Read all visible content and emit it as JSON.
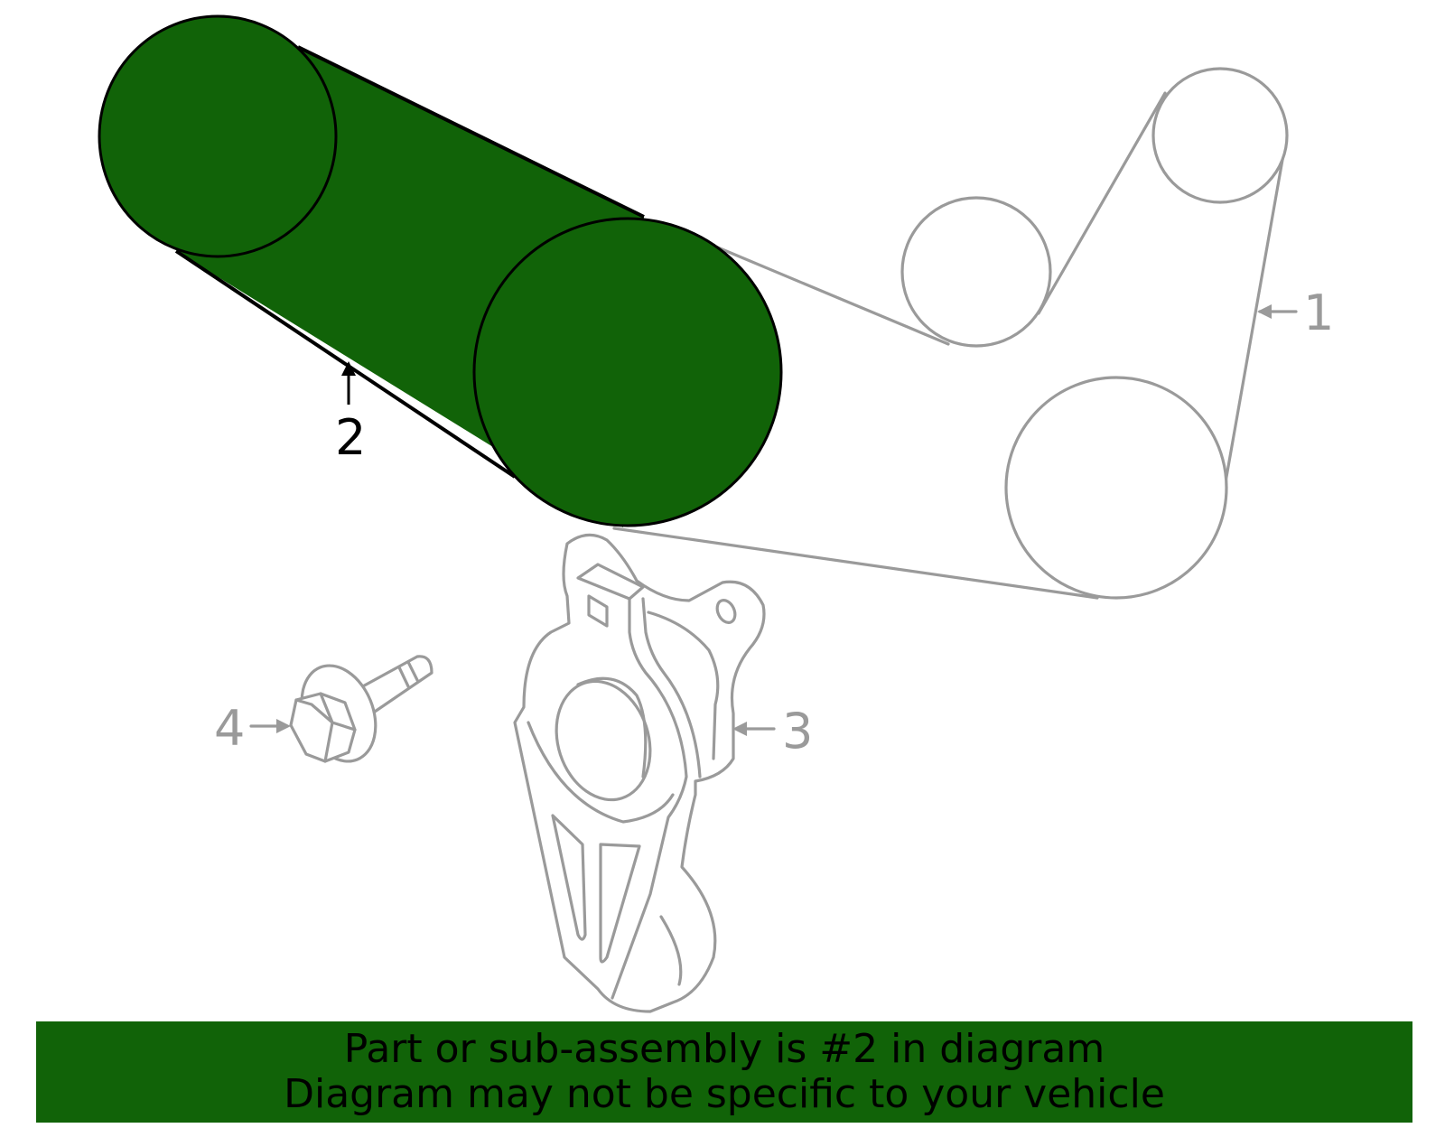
{
  "callouts": {
    "one": "1",
    "two": "2",
    "three": "3",
    "four": "4"
  },
  "banner": {
    "line1": "Part or sub-assembly is #2 in diagram",
    "line2": "Diagram may not be specific to your vehicle"
  },
  "colors": {
    "highlight": "#116308",
    "outline": "#9a9a9a",
    "text": "#000000"
  },
  "highlighted_part": "2"
}
